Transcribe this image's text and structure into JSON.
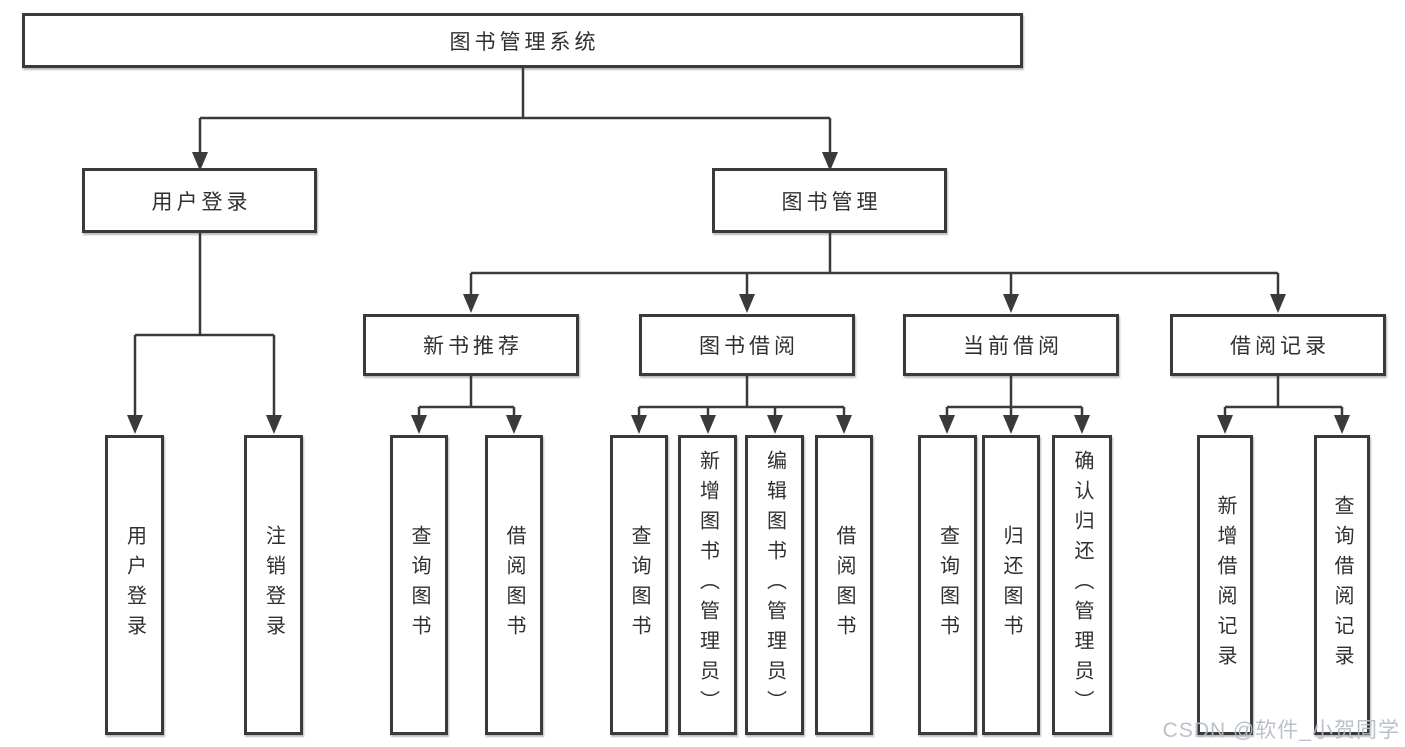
{
  "diagram": {
    "type": "hierarchy-tree",
    "title": "图书管理系统",
    "watermark": "CSDN @软件_小贺同学",
    "colors": {
      "line": "#3a3a3a",
      "box_border": "#3a3a3a",
      "box_fill": "#ffffff",
      "text": "#303030",
      "background": "#ffffff",
      "watermark": "#b6bcc4"
    },
    "nodes": {
      "root": {
        "label": "图书管理系统"
      },
      "user-login": {
        "label": "用户登录"
      },
      "book-management": {
        "label": "图书管理"
      },
      "new-book-recommend": {
        "label": "新书推荐"
      },
      "book-borrow": {
        "label": "图书借阅"
      },
      "current-borrow": {
        "label": "当前借阅"
      },
      "borrow-records": {
        "label": "借阅记录"
      },
      "leaf-user-login": {
        "label": "用户登录"
      },
      "leaf-logout": {
        "label": "注销登录"
      },
      "leaf-recommend-query-book": {
        "label": "查询图书"
      },
      "leaf-recommend-borrow-book": {
        "label": "借阅图书"
      },
      "leaf-borrow-query-book": {
        "label": "查询图书"
      },
      "leaf-add-book-admin": {
        "label": "新增图书（管理员）"
      },
      "leaf-edit-book-admin": {
        "label": "编辑图书（管理员）"
      },
      "leaf-borrow-book": {
        "label": "借阅图书"
      },
      "leaf-current-query-book": {
        "label": "查询图书"
      },
      "leaf-return-book": {
        "label": "归还图书"
      },
      "leaf-confirm-return-admin": {
        "label": "确认归还（管理员）"
      },
      "leaf-add-borrow-record": {
        "label": "新增借阅记录"
      },
      "leaf-query-borrow-record": {
        "label": "查询借阅记录"
      }
    },
    "hierarchy": {
      "图书管理系统": {
        "用户登录": [
          "用户登录",
          "注销登录"
        ],
        "图书管理": {
          "新书推荐": [
            "查询图书",
            "借阅图书"
          ],
          "图书借阅": [
            "查询图书",
            "新增图书（管理员）",
            "编辑图书（管理员）",
            "借阅图书"
          ],
          "当前借阅": [
            "查询图书",
            "归还图书",
            "确认归还（管理员）"
          ],
          "借阅记录": [
            "新增借阅记录",
            "查询借阅记录"
          ]
        }
      }
    }
  }
}
